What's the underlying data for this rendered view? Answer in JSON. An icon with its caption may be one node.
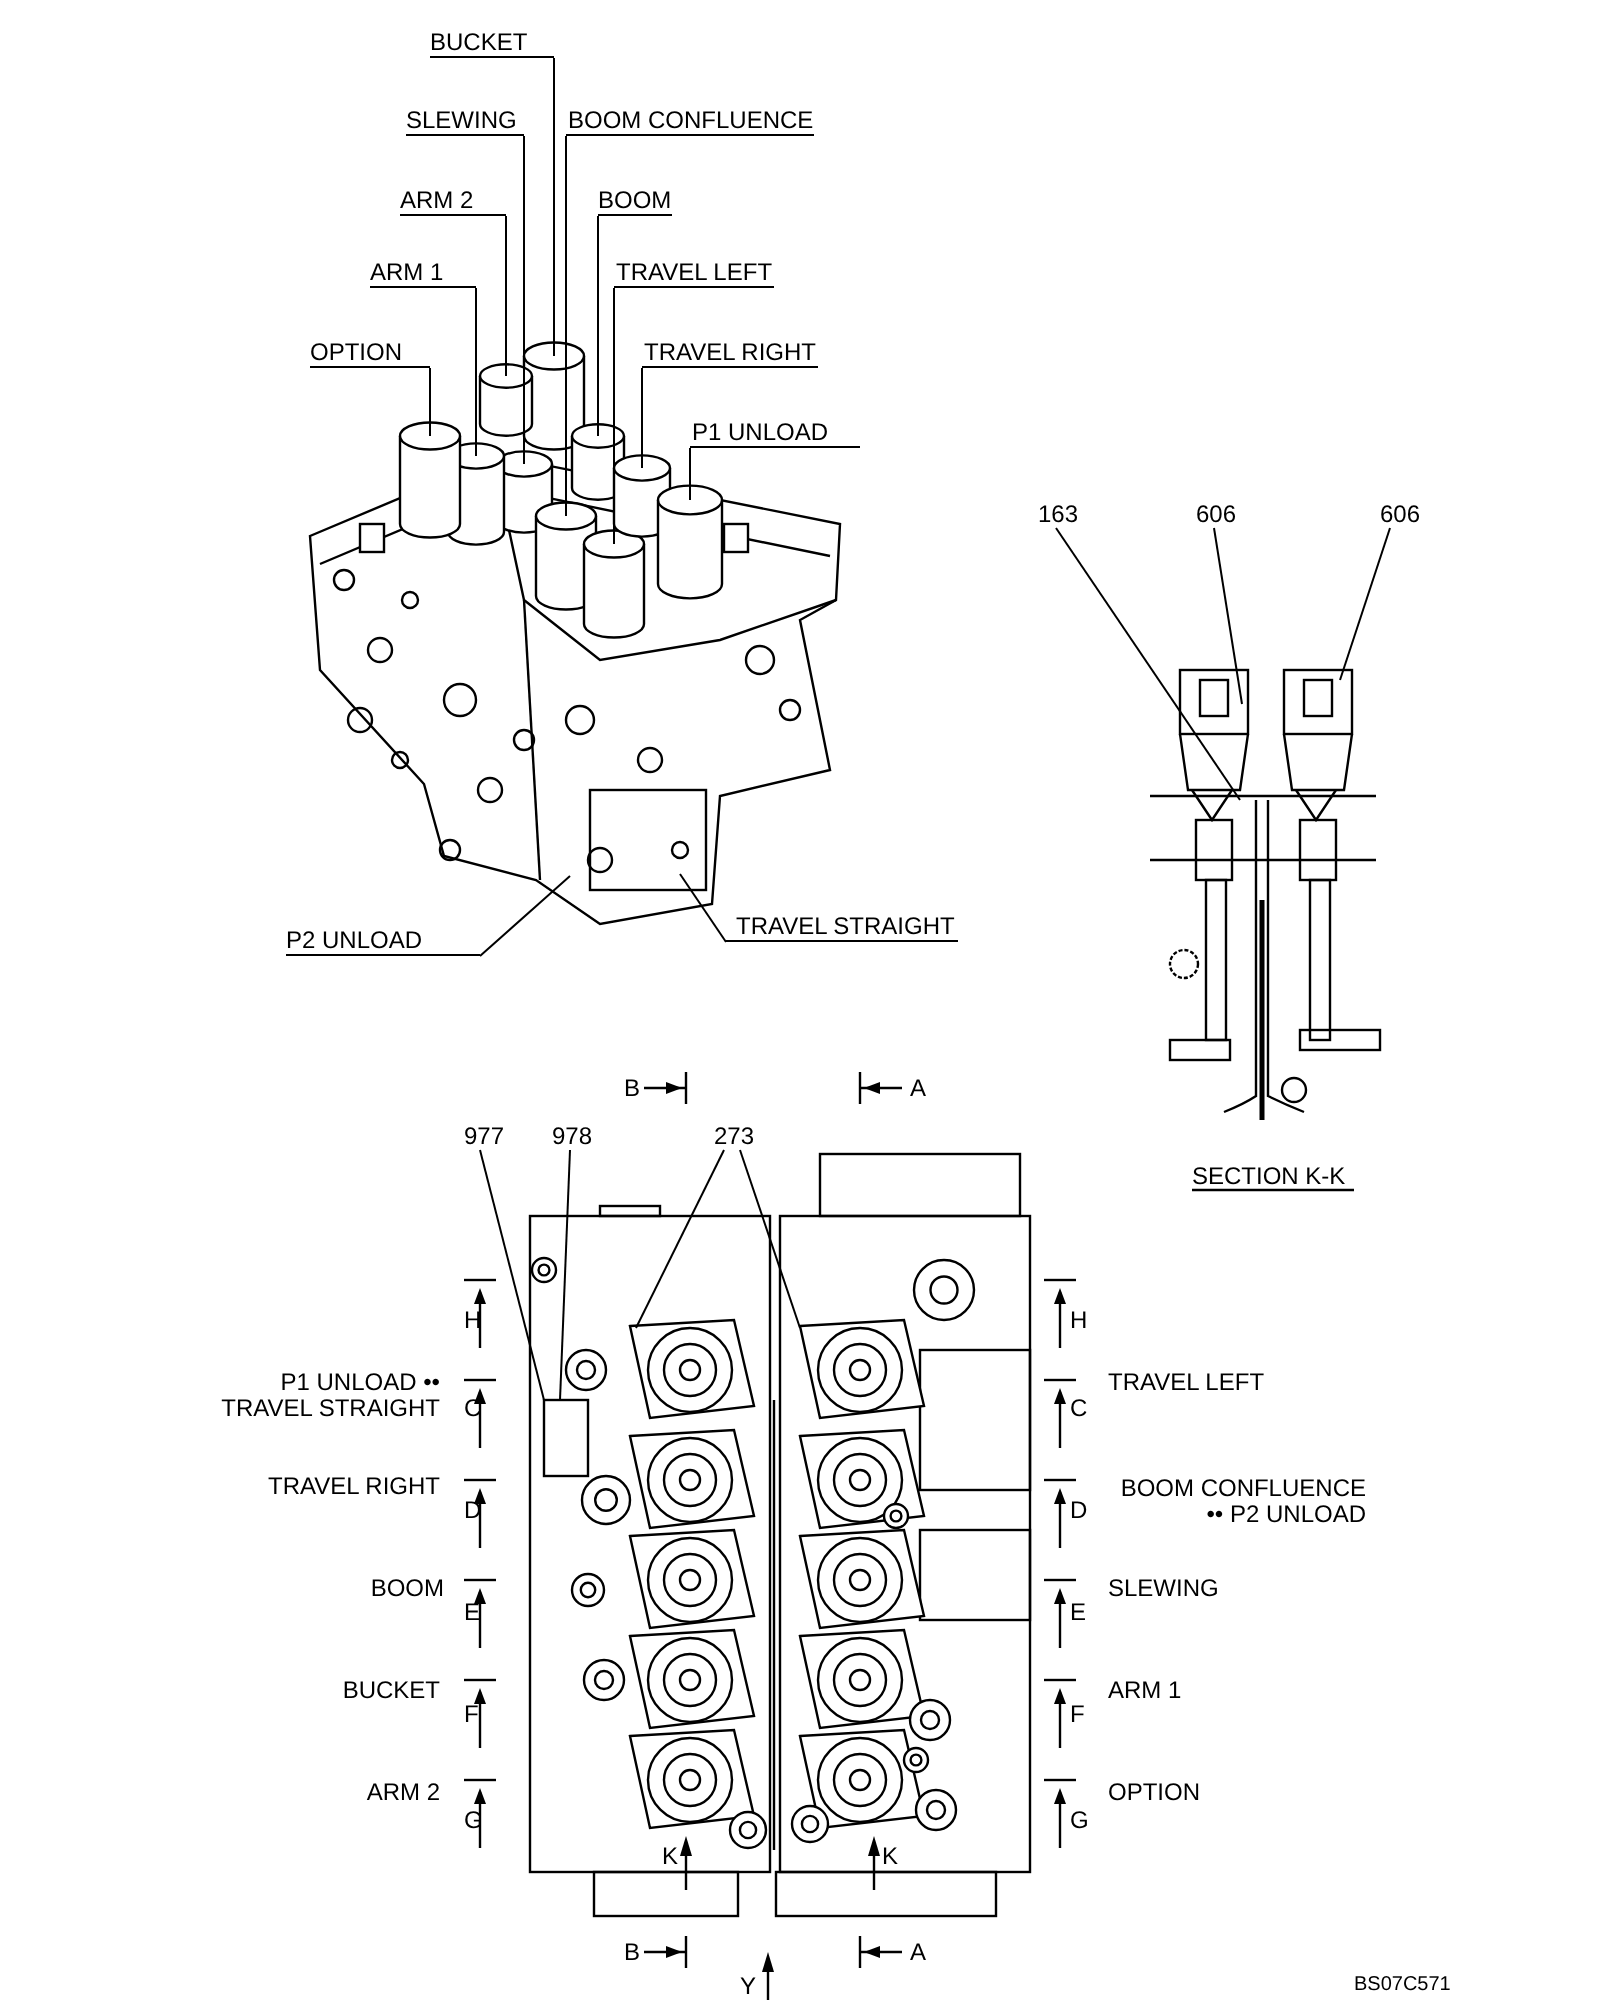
{
  "diagram": {
    "nodes": [
      {
        "text": [
          "BUCKET"
        ]
      },
      {
        "text": [
          "SLEWING"
        ]
      },
      {
        "text": [
          "BOOM CONFLUENCE"
        ]
      },
      {
        "text": [
          "ARM 2"
        ]
      },
      {
        "text": [
          "BOOM"
        ]
      },
      {
        "text": [
          "ARM 1"
        ]
      },
      {
        "text": [
          "TRAVEL LEFT"
        ]
      },
      {
        "text": [
          "OPTION"
        ]
      },
      {
        "text": [
          "TRAVEL RIGHT"
        ]
      },
      {
        "text": [
          "P1 UNLOAD"
        ]
      },
      {
        "text": [
          "P2 UNLOAD"
        ]
      },
      {
        "text": [
          "TRAVEL STRAIGHT"
        ]
      },
      {
        "text": [
          "163"
        ]
      },
      {
        "text": [
          "606"
        ]
      },
      {
        "text": [
          "606"
        ]
      },
      {
        "text": [
          "977"
        ]
      },
      {
        "text": [
          "978"
        ]
      },
      {
        "text": [
          "273"
        ]
      }
    ],
    "edges": [
      {
        "from": 0,
        "to": null,
        "arrow": "none"
      },
      {
        "from": 1,
        "to": null,
        "arrow": "none"
      },
      {
        "from": 2,
        "to": null,
        "arrow": "none"
      },
      {
        "from": 3,
        "to": null,
        "arrow": "none"
      },
      {
        "from": 4,
        "to": null,
        "arrow": "none"
      },
      {
        "from": 5,
        "to": null,
        "arrow": "none"
      },
      {
        "from": 6,
        "to": null,
        "arrow": "none"
      },
      {
        "from": 7,
        "to": null,
        "arrow": "none"
      },
      {
        "from": 8,
        "to": null,
        "arrow": "none"
      },
      {
        "from": 9,
        "to": null,
        "arrow": "none"
      },
      {
        "from": 10,
        "to": null,
        "arrow": "none"
      },
      {
        "from": 11,
        "to": null,
        "arrow": "none"
      },
      {
        "from": 12,
        "to": null,
        "arrow": "none"
      },
      {
        "from": 13,
        "to": null,
        "arrow": "none"
      },
      {
        "from": 14,
        "to": null,
        "arrow": "none"
      },
      {
        "from": 15,
        "to": null,
        "arrow": "none"
      },
      {
        "from": 16,
        "to": null,
        "arrow": "none"
      },
      {
        "from": 17,
        "to": null,
        "arrow": "none"
      },
      {
        "from": 17,
        "to": null,
        "arrow": "none"
      }
    ],
    "labels": [
      "B",
      "A",
      "SECTION K-K",
      "H",
      "H",
      "P1 UNLOAD •• TRAVEL STRAIGHT",
      "C",
      "C",
      "TRAVEL LEFT",
      "TRAVEL RIGHT",
      "D",
      "D",
      "BOOM CONFLUENCE •• P2 UNLOAD",
      "BOOM",
      "E",
      "E",
      "SLEWING",
      "BUCKET",
      "F",
      "F",
      "ARM 1",
      "ARM 2",
      "G",
      "G",
      "OPTION",
      "K",
      "K",
      "B",
      "A",
      "Y",
      "BS07C571"
    ]
  }
}
